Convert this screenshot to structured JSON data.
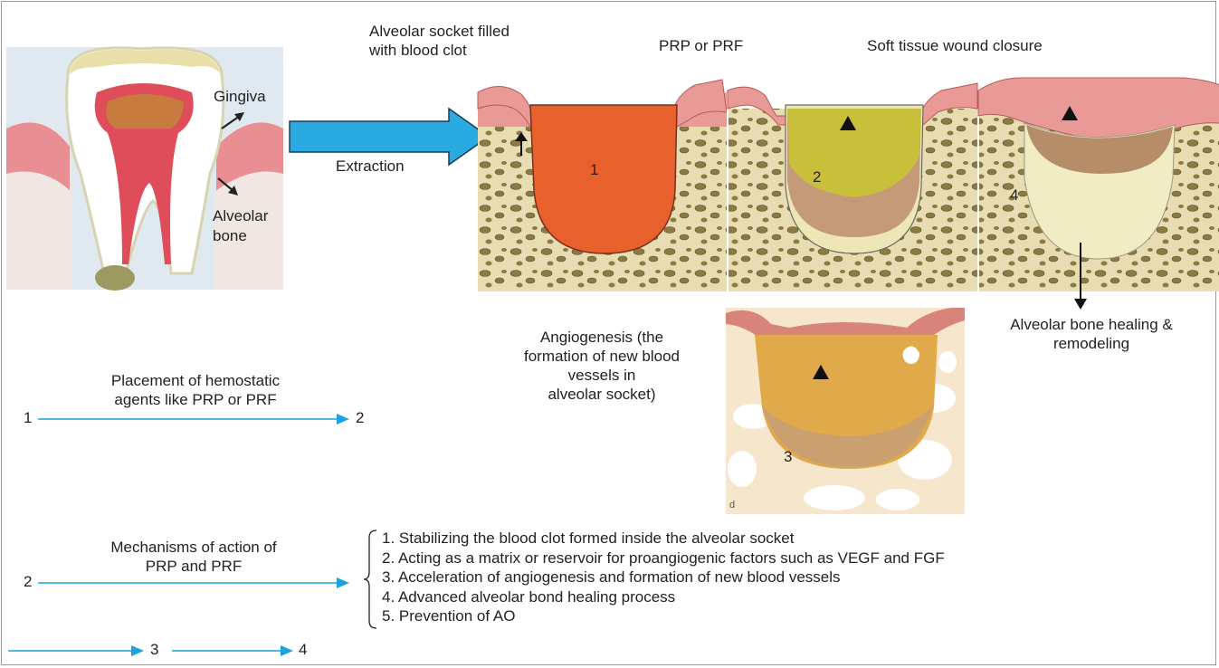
{
  "tooth_panel": {
    "gingiva_label": "Gingiva",
    "alveolar_bone_label": "Alveolar\nbone"
  },
  "extraction_label": "Extraction",
  "headers": {
    "clot": "Alveolar socket filled\nwith blood clot",
    "prp": "PRP or PRF",
    "closure": "Soft tissue wound closure"
  },
  "stage_numbers": {
    "s1": "1",
    "s2": "2",
    "s3": "3",
    "s4": "4"
  },
  "healing_label": "Alveolar bone healing &\nremodeling",
  "angiogenesis_label": "Angiogenesis (the\nformation of new blood\nvessels in\nalveolar socket)",
  "histology_mark": "d",
  "flow_1": {
    "from": "1",
    "label": "Placement of hemostatic\nagents like PRP or PRF",
    "to": "2"
  },
  "flow_2": {
    "from": "2",
    "label": "Mechanisms of action of\nPRP and PRF"
  },
  "mechanisms": [
    "1. Stabilizing the blood clot formed inside the alveolar socket",
    "2. Acting as a matrix or reservoir for proangiogenic factors such as VEGF and FGF",
    "3. Acceleration of angiogenesis and formation of new blood vessels",
    "4. Advanced alveolar bond healing process",
    "5. Prevention of AO"
  ],
  "flow_3": {
    "mid": "3",
    "end": "4"
  },
  "colors": {
    "flow_arrow": "#1aa3dc",
    "big_arrow": "#29abe2",
    "gum": "#e99a96",
    "bone": "#e7ddb0",
    "blood_clot": "#e8612c",
    "prp_fill": "#c8bf3a",
    "healing_fill": "#c49a78",
    "histology": "#e0a94a"
  }
}
